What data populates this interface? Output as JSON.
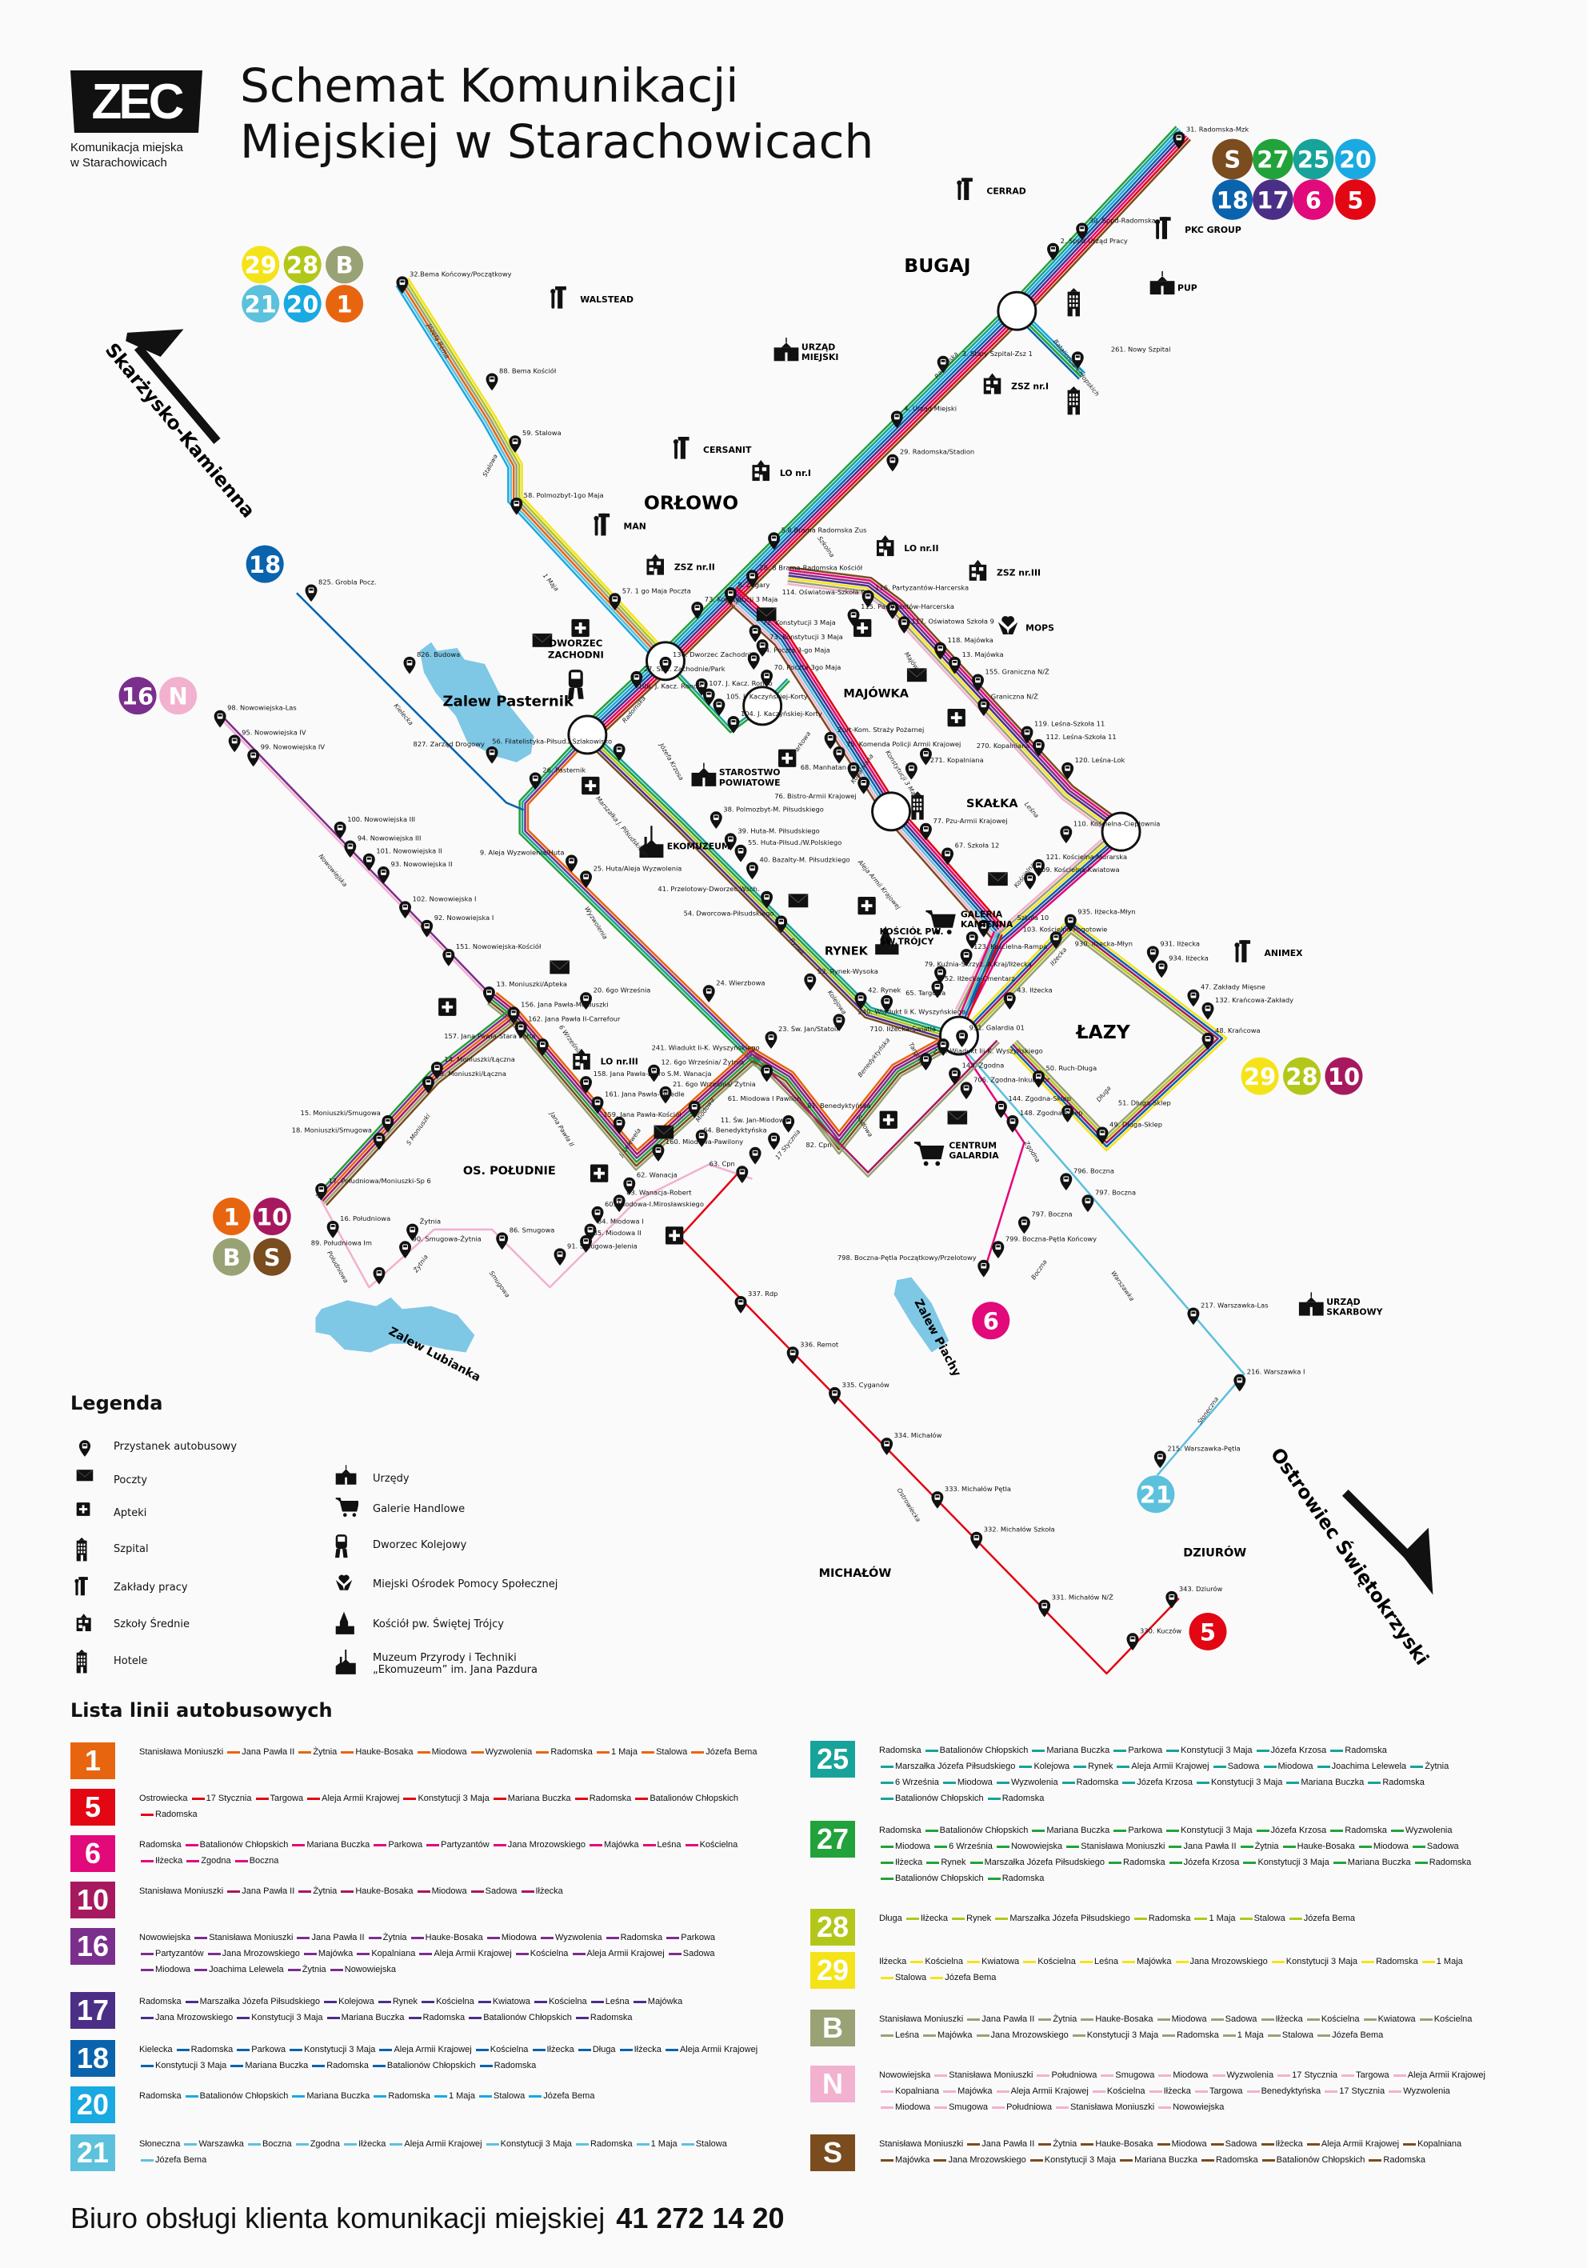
{
  "header": {
    "logo_text": "ZEC",
    "logo_caption_1": "Komunikacja miejska",
    "logo_caption_2": "w Starachowicach",
    "title_line1": "Schemat Komunikacji",
    "title_line2": "Miejskiej w Starachowicach"
  },
  "line_colors": {
    "1": "#e8650f",
    "5": "#e30613",
    "6": "#e2097a",
    "10": "#a7195f",
    "16": "#7b2f8d",
    "17": "#4b2f86",
    "18": "#0a63ad",
    "20": "#1aa9e1",
    "21": "#5cc1dc",
    "25": "#17a39a",
    "27": "#22a23a",
    "28": "#b3c71a",
    "29": "#f5e31a",
    "B": "#99a274",
    "N": "#f2b1cf",
    "S": "#7a4c1e"
  },
  "map": {
    "badge_groups": [
      [
        "S",
        "27",
        "25",
        "20",
        "18",
        "17",
        "6",
        "5"
      ],
      [
        "29",
        "28",
        "B",
        "21",
        "20",
        "1"
      ],
      [
        "18"
      ],
      [
        "16",
        "N"
      ],
      [
        "29",
        "28",
        "10"
      ],
      [
        "1",
        "10",
        "B",
        "S"
      ],
      [
        "6"
      ],
      [
        "21"
      ],
      [
        "5"
      ]
    ],
    "districts": [
      "BUGAJ",
      "ORŁOWO",
      "MAJÓWKA",
      "SKAŁKA",
      "RYNEK",
      "ŁAZY",
      "OS. POŁUDNIE",
      "MICHAŁÓW",
      "DZIURÓW"
    ],
    "lakes": [
      "Zalew Pasternik",
      "Zalew Piachy",
      "Zalew Lubianka"
    ],
    "directions": [
      "Skarżysko-Kamienna",
      "Ostrowiec Świętokrzyski"
    ],
    "pois": [
      {
        "icon": "factory",
        "label": "CERRAD"
      },
      {
        "icon": "factory",
        "label": "PKC GROUP"
      },
      {
        "icon": "office",
        "label": "PUP"
      },
      {
        "icon": "factory",
        "label": "WALSTEAD"
      },
      {
        "icon": "office",
        "label": "URZĄD MIEJSKI"
      },
      {
        "icon": "school",
        "label": "ZSZ nr.I"
      },
      {
        "icon": "factory",
        "label": "CERSANIT"
      },
      {
        "icon": "school",
        "label": "LO nr.I"
      },
      {
        "icon": "factory",
        "label": "MAN"
      },
      {
        "icon": "school",
        "label": "ZSZ nr.II"
      },
      {
        "icon": "school",
        "label": "LO nr.II"
      },
      {
        "icon": "school",
        "label": "ZSZ nr.III"
      },
      {
        "icon": "mops",
        "label": "MOPS"
      },
      {
        "icon": "train",
        "label": "DWORZEC ZACHODNI"
      },
      {
        "icon": "office",
        "label": "STAROSTWO POWIATOWE"
      },
      {
        "icon": "museum",
        "label": "EKOMUZEUM"
      },
      {
        "icon": "cart",
        "label": "GALERIA KAMIENNA"
      },
      {
        "icon": "church",
        "label": "KOŚCIÓŁ PW. ŚW.TRÓJCY"
      },
      {
        "icon": "factory",
        "label": "ANIMEX"
      },
      {
        "icon": "school",
        "label": "LO nr.III"
      },
      {
        "icon": "cart",
        "label": "CENTRUM GALARDIA"
      },
      {
        "icon": "office",
        "label": "URZĄD SKARBOWY"
      }
    ],
    "streets": [
      "Józefa Bema",
      "Stalowa",
      "1 Maja",
      "Radomska",
      "Batalionów Chłopskich",
      "Szkolna",
      "Radomska",
      "Józefa Krzosa",
      "Parkowa",
      "Konstytucji 3 Maja",
      "Majówka",
      "Leśna",
      "Kopalniana",
      "Marszałka J. Piłsudskiego",
      "Wyzwolenia",
      "Kielecka",
      "Nowowiejska",
      "Aleja Armii Krajowej",
      "Kościelna",
      "Rynek",
      "Kolejowa",
      "Iłżecka",
      "Długa",
      "Targowa",
      "Benedyktyńska",
      "Sadowa",
      "17 Stycznia",
      "Miodowa",
      "Jana Pawła II",
      "6 Września",
      "S Moniuszki",
      "Południowa",
      "Smugowa",
      "Żytnia",
      "Zgodna",
      "Boczna",
      "Warszawka",
      "Słoneczna",
      "Ostrowiecka",
      "J. Lelewela"
    ],
    "stops": [
      "31. Radomska-Mzk",
      "30. Sppd-Radomska",
      "2. Sppd-Urząd Pracy",
      "261. Nowy Szpital",
      "3. Stary Szpital-Zsz 1",
      "4. Urząd Miejski",
      "29. Radomska/Stadion",
      "32.Bema Końcowy/Początkowy",
      "88. Bema Kościół",
      "59. Stalowa",
      "58. Polmozbyt-1go Maja",
      "5.8 Brama Radomska Zus",
      "28. 8 Brama-Radomska Kościół",
      "8. Zegary",
      "57. 1 go Maja Poczta",
      "73. Konstytucji 3 Maja",
      "71. Konstytucji 3 Maja",
      "73. Konstytucji 3 Maja",
      "74. Poczta 3-go Maja",
      "70. Poczta-3go Maja",
      "116. Partyzantów-Harcerska",
      "115. Partyzantów-Harcerska",
      "114. Oświatowa-Szkoła 9",
      "117. Oświatowa Szkoła 9",
      "118. Majówka",
      "13. Majówka",
      "155. Graniczna N/Ż",
      "Graniczna N/Ż",
      "136. Dworzec Zachodni",
      "27. Star. Zachodnie/Park",
      "107. J. Kacz. Rondo",
      "106. J. Kacz. Rondo",
      "105. J. Kaczyńskiej-Korty",
      "104. J. Kaczyńskiej-Korty",
      "Zurt-Kom. Straży Pożarnej",
      "75. Komenda Policji Armii Krajowej",
      "68. Manhatan",
      "76. Bistro-Armii Krajowej",
      "270. Kopalniana",
      "271. Kopalniana",
      "119. Leśna-Szkoła 11",
      "112. Leśna-Szkoła 11",
      "120. Leśna-Lok",
      "110. Kościelna-Ciepłownia",
      "121. Kościelna-Murarska",
      "109. Kościelna-Kwiatowa",
      "56. Filatelistyka-Piłsud./ Szlakowisko",
      "26. Pasternik",
      "827. Zarząd Drogowy",
      "826. Budowa",
      "825. Grobla Pocz.",
      "98. Nowowiejska-Las",
      "95. Nowowiejska IV",
      "99. Nowowiejska IV",
      "100. Nowowiejska III",
      "94. Nowowiejska III",
      "101. Nowowiejska II",
      "93. Nowowiejska II",
      "102. Nowowiejska I",
      "92. Nowowiejska I",
      "151. Nowowiejska-Kościół",
      "9. Aleja Wyzwolenia/Huta",
      "25. Huta/Aleja Wyzwolenia",
      "38. Polmozbyt-M. Piłsudskiego",
      "39. Huta-M. Piłsudskiego",
      "55. Huta-Piłsud./W.Polskiego",
      "40. Bazalty-M. Piłsudzkiego",
      "41. Przelotowy-Dworzec Wsch.",
      "54. Dworcowa-Piłsudskiego",
      "53. Rynek-Wysoka",
      "42. Rynek",
      "65. Targowa",
      "240. Wiadukt Ii K. Wyszyńskiego",
      "23. Św. Jan/Statoil",
      "24. Wierzbowa",
      "77. Pzu-Armii Krajowej",
      "67. Szkoła 12",
      "Szkoła 10",
      "103. Kościelna-Pogotowie",
      "123. Kościelna-Rampa",
      "79. Kuźnia-Skrzyż. A.Kraj/Iłżecka",
      "52. Iłżecka-Cmentarz",
      "43. Iłżecka",
      "935. Iłżecka-Młyn",
      "930. Iłżecka-Młyn",
      "931. Iłżecka",
      "934. Iłżecka",
      "47. Zakłady Mięsne",
      "132. Krańcowa-Zakłady",
      "48. Krańcowa",
      "951. Galardia 01",
      "710. Iłżecka-Światła",
      "232. Wiadukt Iii-K. Wyszyńskiego",
      "143. Zgodna",
      "706. Zgodna-Inkubator",
      "50. Ruch-Długa",
      "144. Zgodna-Sklep",
      "148. Zgodna-Sklep",
      "51. Długa-Sklep",
      "49. Długa-Sklep",
      "796. Boczna",
      "797. Boczna",
      "797. Boczna",
      "799. Boczna-Pętla Końcowy",
      "798. Boczna-Pętla Początkowy/Przelotowy",
      "13. Moniuszki/Apteka",
      "20. 6go Września",
      "156. Jana Pawła-Moniuszki",
      "162. Jana Pawła II-Carrefour",
      "157. Jana Pawła-Stara Pętla",
      "14. Moniuszki/Łączna",
      "19. Moniuszki/Łączna",
      "158. Jana Pawła-Biuro S.M. Wanacja",
      "12. 6go Września/ Żytnia",
      "21. 6go Września/ Żytnia",
      "161. Jana Pawła-Osiedle",
      "159. Jana Pawła-Kościół",
      "241. Wiadukt Ii-K. Wyszyńskiego",
      "61. Miodowa I Pawilon",
      "11. Św. Jan-Miodowa",
      "160. Miodowa-Pawilony",
      "81. Benedyktyńska",
      "64. Benedyktyńska",
      "82. Cpn",
      "63. Cpn",
      "15. Moniuszki/Smugowa",
      "18. Moniuszki/Smugowa",
      "17. Południowa/Moniuszki-Sp 6",
      "16. Południowa",
      "62. Wanacja",
      "83. Wanacja-Robert",
      "60. Miodowa-I.Mirosławskiego",
      "84. Miodowa I",
      "85. Miodowa II",
      "91. Smugowa-Jelenia",
      "86. Smugowa",
      "Żytnia",
      "90. Smugowa-Żytnia",
      "89. Południowa Im",
      "337. Rdp",
      "336. Remot",
      "335. Cyganów",
      "334. Michałów",
      "333. Michałów Pętla",
      "332. Michałów Szkoła",
      "331. Michałów N/Ż",
      "330. Kuczów",
      "343. Dziurów",
      "215. Warszawka-Pętla",
      "216. Warszawka I",
      "217. Warszawka-Las"
    ]
  },
  "legend": {
    "title": "Legenda",
    "items": [
      {
        "icon": "bus-stop",
        "label": "Przystanek autobusowy"
      },
      {
        "icon": "post",
        "label": "Poczty"
      },
      {
        "icon": "pharmacy",
        "label": "Apteki"
      },
      {
        "icon": "hospital",
        "label": "Szpital"
      },
      {
        "icon": "factory",
        "label": "Zakłady pracy"
      },
      {
        "icon": "school",
        "label": "Szkoły Średnie"
      },
      {
        "icon": "hotel",
        "label": "Hotele"
      },
      {
        "icon": "office",
        "label": "Urzędy"
      },
      {
        "icon": "cart",
        "label": "Galerie Handlowe"
      },
      {
        "icon": "train",
        "label": "Dworzec Kolejowy"
      },
      {
        "icon": "mops",
        "label": "Miejski Ośrodek Pomocy Społecznej"
      },
      {
        "icon": "church",
        "label": "Kościół pw. Świętej Trójcy"
      },
      {
        "icon": "museum",
        "label": "Muzeum Przyrody i Techniki „Ekomuzeum” im. Jana Pazdura"
      }
    ]
  },
  "line_list": {
    "title": "Lista linii autobusowych",
    "lines": [
      {
        "id": "1",
        "stops": [
          "Stanisława Moniuszki",
          "Jana Pawła II",
          "Żytnia",
          "Hauke-Bosaka",
          "Miodowa",
          "Wyzwolenia",
          "Radomska",
          "1 Maja",
          "Stalowa",
          "Józefa Bema"
        ]
      },
      {
        "id": "5",
        "stops": [
          "Ostrowiecka",
          "17 Stycznia",
          "Targowa",
          "Aleja Armii Krajowej",
          "Konstytucji 3 Maja",
          "Mariana Buczka",
          "Radomska",
          "Batalionów Chłopskich",
          "Radomska"
        ]
      },
      {
        "id": "6",
        "stops": [
          "Radomska",
          "Batalionów Chłopskich",
          "Mariana Buczka",
          "Parkowa",
          "Partyzantów",
          "Jana Mrozowskiego",
          "Majówka",
          "Leśna",
          "Kościelna",
          "Iłżecka",
          "Zgodna",
          "Boczna"
        ]
      },
      {
        "id": "10",
        "stops": [
          "Stanisława Moniuszki",
          "Jana Pawła II",
          "Żytnia",
          "Hauke-Bosaka",
          "Miodowa",
          "Sadowa",
          "Iłżecka"
        ]
      },
      {
        "id": "16",
        "stops": [
          "Nowowiejska",
          "Stanisława Moniuszki",
          "Jana Pawła II",
          "Żytnia",
          "Hauke-Bosaka",
          "Miodowa",
          "Wyzwolenia",
          "Radomska",
          "Parkowa",
          "Partyzantów",
          "Jana Mrozowskiego",
          "Majówka",
          "Kopalniana",
          "Aleja Armii Krajowej",
          "Kościelna",
          "Aleja Armii Krajowej",
          "Sadowa",
          "Miodowa",
          "Joachima Lelewela",
          "Żytnia",
          "Nowowiejska"
        ]
      },
      {
        "id": "17",
        "stops": [
          "Radomska",
          "Marszałka Józefa Piłsudskiego",
          "Kolejowa",
          "Rynek",
          "Kościelna",
          "Kwiatowa",
          "Kościelna",
          "Leśna",
          "Majówka",
          "Jana Mrozowskiego",
          "Konstytucji 3 Maja",
          "Mariana Buczka",
          "Radomska",
          "Batalionów Chłopskich",
          "Radomska"
        ]
      },
      {
        "id": "18",
        "stops": [
          "Kielecka",
          "Radomska",
          "Parkowa",
          "Konstytucji 3 Maja",
          "Aleja Armii Krajowej",
          "Kościelna",
          "Iłżecka",
          "Długa",
          "Iłżecka",
          "Aleja Armii Krajowej",
          "Konstytucji 3 Maja",
          "Mariana Buczka",
          "Radomska",
          "Batalionów Chłopskich",
          "Radomska"
        ]
      },
      {
        "id": "20",
        "stops": [
          "Radomska",
          "Batalionów Chłopskich",
          "Mariana Buczka",
          "Radomska",
          "1 Maja",
          "Stalowa",
          "Józefa Bema"
        ]
      },
      {
        "id": "21",
        "stops": [
          "Słoneczna",
          "Warszawka",
          "Boczna",
          "Zgodna",
          "Iłżecka",
          "Aleja Armii Krajowej",
          "Konstytucji 3 Maja",
          "Radomska",
          "1 Maja",
          "Stalowa",
          "Józefa Bema"
        ]
      },
      {
        "id": "25",
        "stops": [
          "Radomska",
          "Batalionów Chłopskich",
          "Mariana Buczka",
          "Parkowa",
          "Konstytucji 3 Maja",
          "Józefa Krzosa",
          "Radomska",
          "Marszałka Józefa Piłsudskiego",
          "Kolejowa",
          "Rynek",
          "Aleja Armii Krajowej",
          "Sadowa",
          "Miodowa",
          "Joachima Lelewela",
          "Żytnia",
          "6 Września",
          "Miodowa",
          "Wyzwolenia",
          "Radomska",
          "Józefa Krzosa",
          "Konstytucji 3 Maja",
          "Mariana Buczka",
          "Radomska",
          "Batalionów Chłopskich",
          "Radomska"
        ]
      },
      {
        "id": "27",
        "stops": [
          "Radomska",
          "Batalionów Chłopskich",
          "Mariana Buczka",
          "Parkowa",
          "Konstytucji 3 Maja",
          "Józefa Krzosa",
          "Radomska",
          "Wyzwolenia",
          "Miodowa",
          "6 Września",
          "Nowowiejska",
          "Stanisława Moniuszki",
          "Jana Pawła II",
          "Żytnia",
          "Hauke-Bosaka",
          "Miodowa",
          "Sadowa",
          "Iłżecka",
          "Rynek",
          "Marszałka Józefa Piłsudskiego",
          "Radomska",
          "Józefa Krzosa",
          "Konstytucji 3 Maja",
          "Mariana Buczka",
          "Radomska",
          "Batalionów Chłopskich",
          "Radomska"
        ]
      },
      {
        "id": "28",
        "stops": [
          "Długa",
          "Iłżecka",
          "Rynek",
          "Marszałka Józefa Piłsudskiego",
          "Radomska",
          "1 Maja",
          "Stalowa",
          "Józefa Bema"
        ]
      },
      {
        "id": "29",
        "stops": [
          "Iłżecka",
          "Kościelna",
          "Kwiatowa",
          "Kościelna",
          "Leśna",
          "Majówka",
          "Jana Mrozowskiego",
          "Konstytucji 3 Maja",
          "Radomska",
          "1 Maja",
          "Stalowa",
          "Józefa Bema"
        ]
      },
      {
        "id": "B",
        "stops": [
          "Stanisława Moniuszki",
          "Jana Pawła II",
          "Żytnia",
          "Hauke-Bosaka",
          "Miodowa",
          "Sadowa",
          "Iłżecka",
          "Kościelna",
          "Kwiatowa",
          "Kościelna",
          "Leśna",
          "Majówka",
          "Jana Mrozowskiego",
          "Konstytucji 3 Maja",
          "Radomska",
          "1 Maja",
          "Stalowa",
          "Józefa Bema"
        ]
      },
      {
        "id": "N",
        "stops": [
          "Nowowiejska",
          "Stanisława Moniuszki",
          "Południowa",
          "Smugowa",
          "Miodowa",
          "Wyzwolenia",
          "17 Stycznia",
          "Targowa",
          "Aleja Armii Krajowej",
          "Kopalniana",
          "Majówka",
          "Aleja Armii Krajowej",
          "Kościelna",
          "Iłżecka",
          "Targowa",
          "Benedyktyńska",
          "17 Stycznia",
          "Wyzwolenia",
          "Miodowa",
          "Smugowa",
          "Południowa",
          "Stanisława Moniuszki",
          "Nowowiejska"
        ]
      },
      {
        "id": "S",
        "stops": [
          "Stanisława Moniuszki",
          "Jana Pawła II",
          "Żytnia",
          "Hauke-Bosaka",
          "Miodowa",
          "Sadowa",
          "Iłżecka",
          "Aleja Armii Krajowej",
          "Kopalniana",
          "Majówka",
          "Jana Mrozowskiego",
          "Konstytucji 3 Maja",
          "Mariana Buczka",
          "Radomska",
          "Batalionów Chłopskich",
          "Radomska"
        ]
      }
    ]
  },
  "footer": {
    "text": "Biuro obsługi klienta komunikacji miejskiej",
    "phone": "41 272 14 20"
  }
}
